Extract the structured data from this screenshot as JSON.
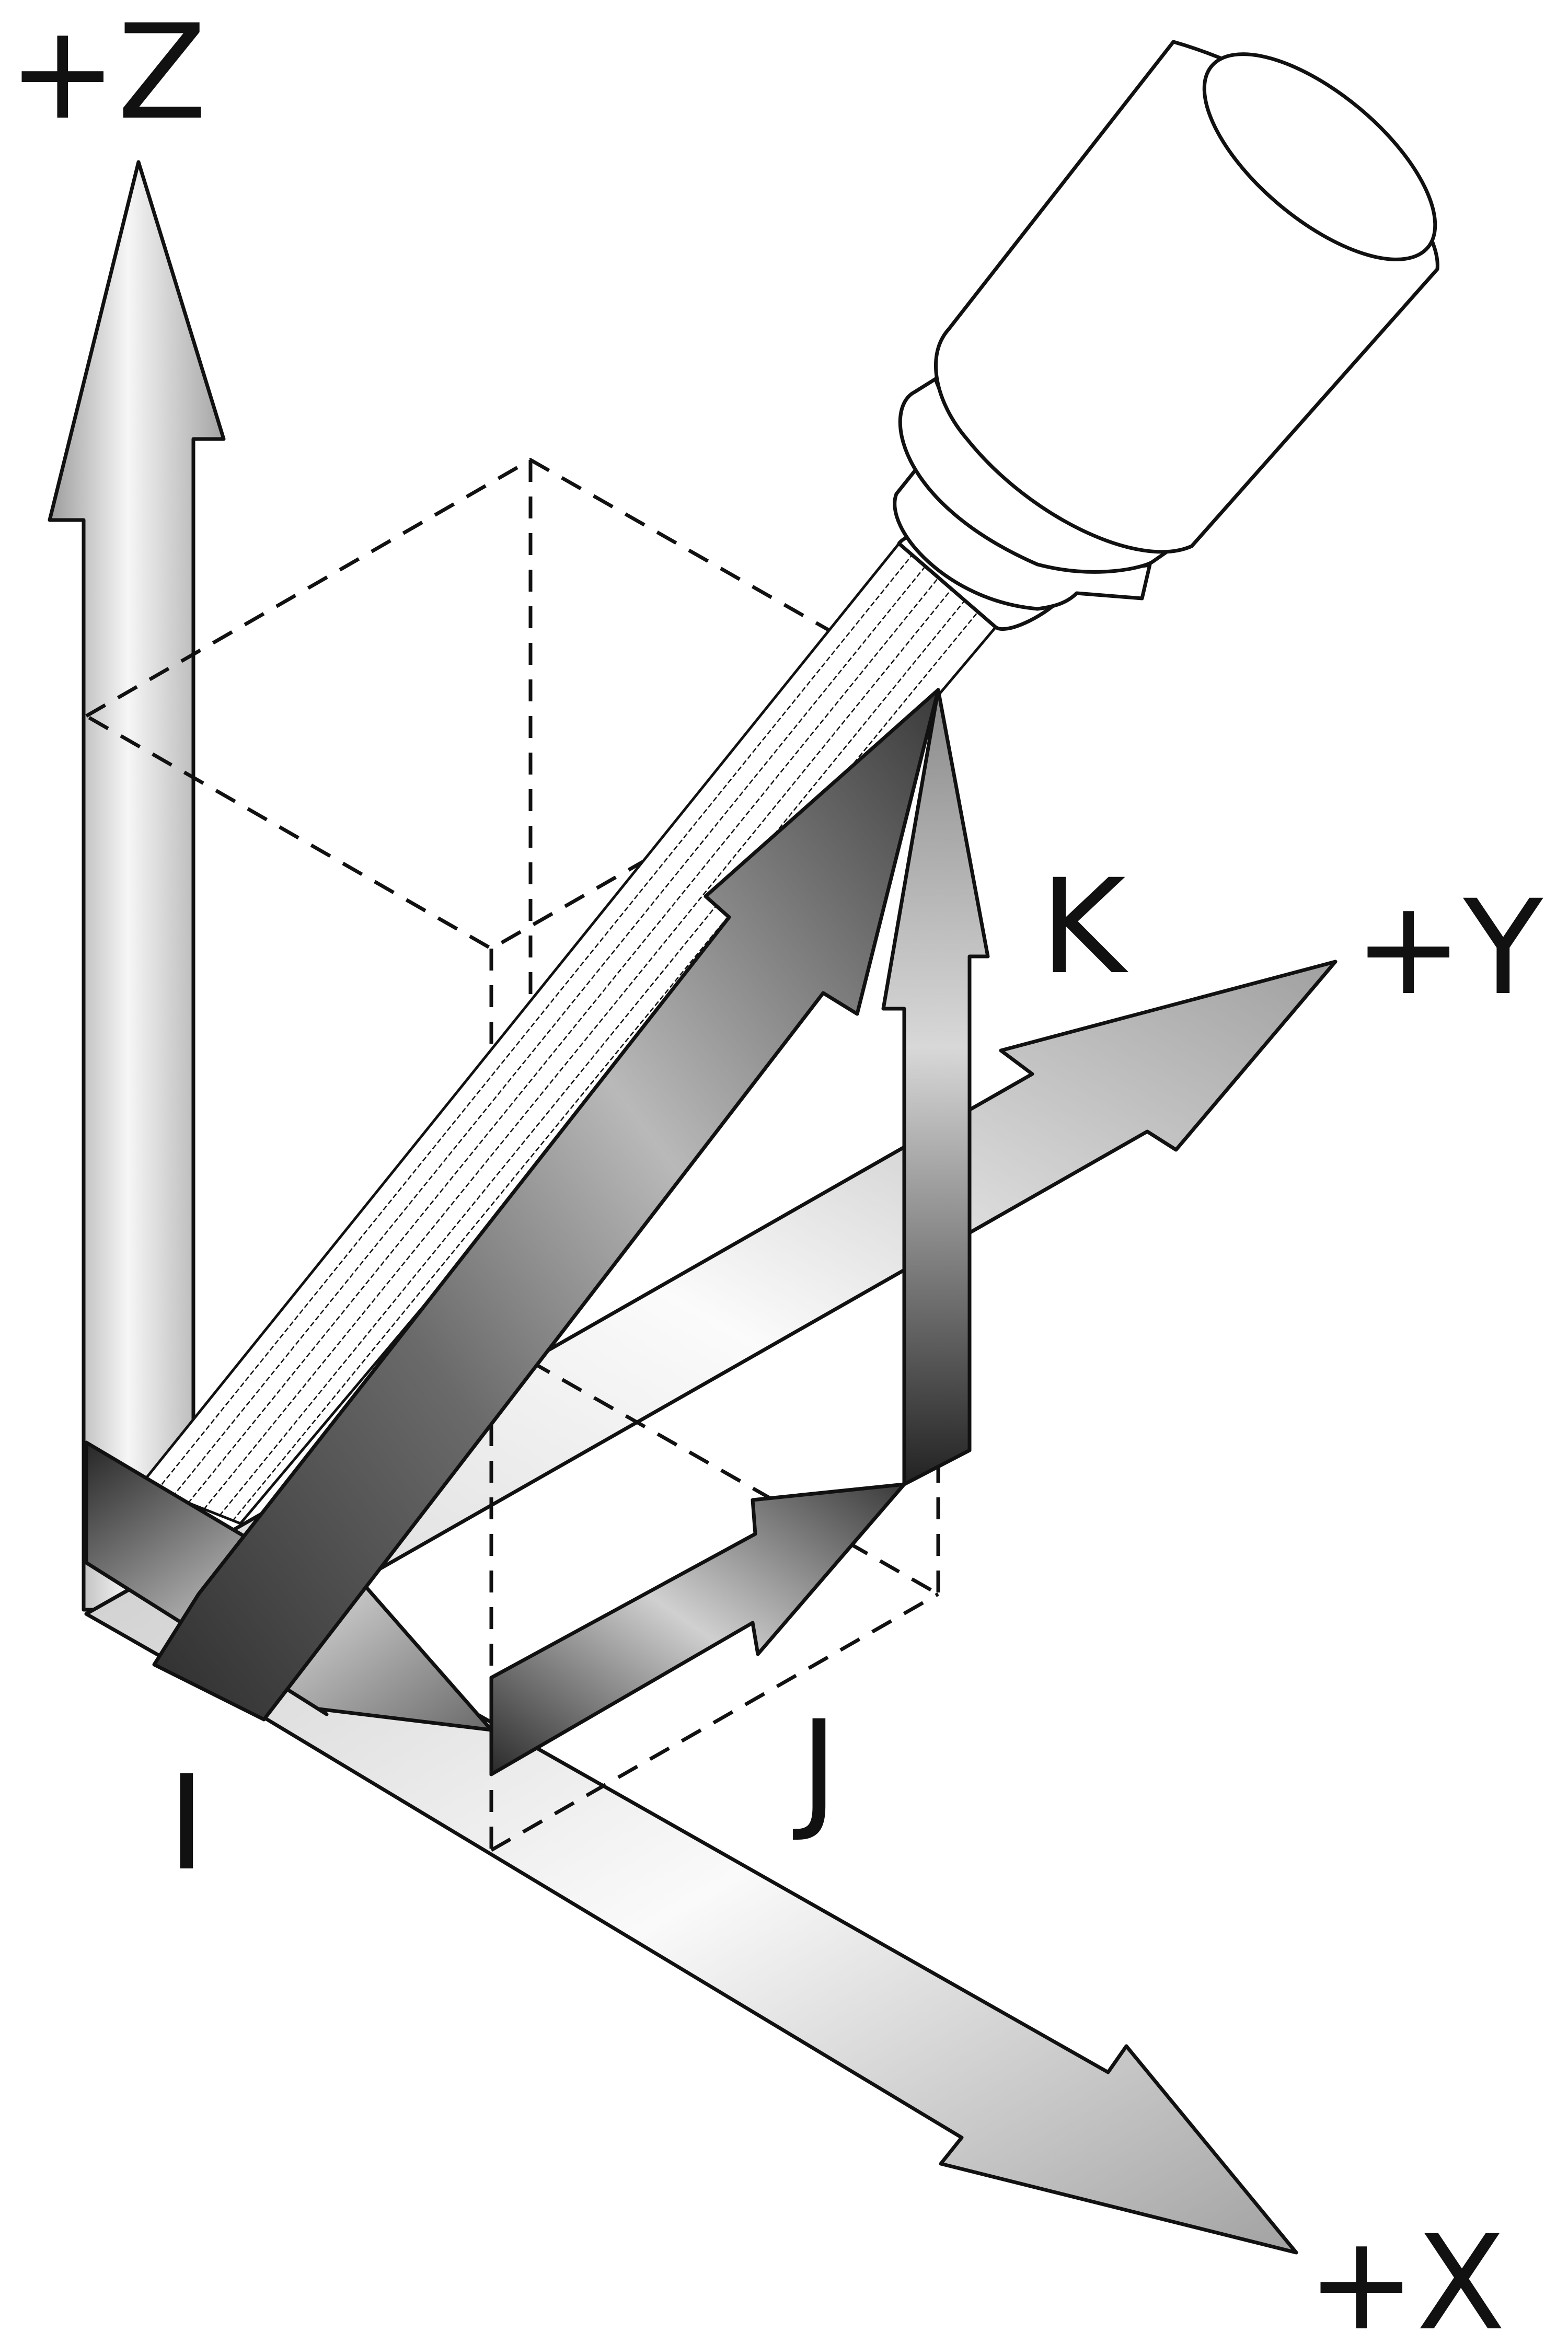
{
  "labels": {
    "z_axis": "+Z",
    "y_axis": "+Y",
    "x_axis": "+X",
    "i_vector": "I",
    "j_vector": "J",
    "k_vector": "K"
  },
  "colors": {
    "outline": "#111111",
    "axis_fill_light": "#f4f4f4",
    "axis_fill_dark": "#9a9a9a",
    "vector_fill_light": "#bdbdbd",
    "vector_fill_dark": "#2a2a2a",
    "background": "#ffffff"
  }
}
